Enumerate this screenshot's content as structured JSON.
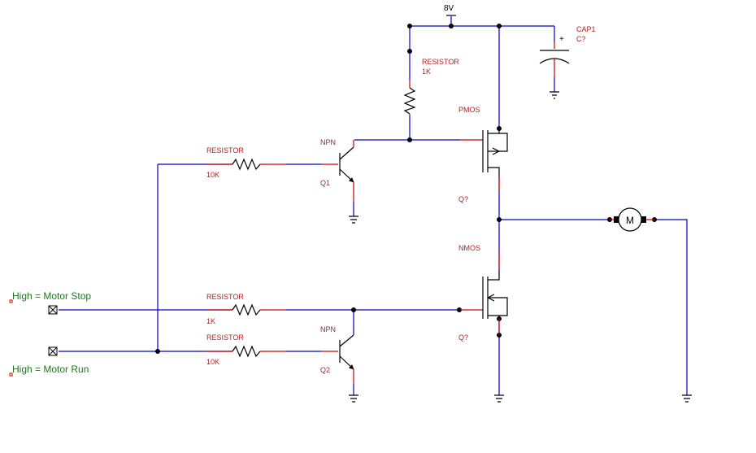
{
  "supply": {
    "label": "8V"
  },
  "capacitor": {
    "name": "CAP1",
    "ref": "C?",
    "polarity": "+"
  },
  "r_pullup": {
    "name": "RESISTOR",
    "value": "1K"
  },
  "r_top": {
    "name": "RESISTOR",
    "value": "10K"
  },
  "r_mid": {
    "name": "RESISTOR",
    "value": "1K"
  },
  "r_bot": {
    "name": "RESISTOR",
    "value": "10K"
  },
  "q1": {
    "type": "NPN",
    "ref": "Q1"
  },
  "q2": {
    "type": "NPN",
    "ref": "Q2"
  },
  "pmos": {
    "type": "PMOS",
    "ref": "Q?"
  },
  "nmos": {
    "type": "NMOS",
    "ref": "Q?"
  },
  "motor": {
    "label": "M"
  },
  "inputs": {
    "stop": {
      "label": "High = Motor Stop"
    },
    "run": {
      "label": "High = Motor Run"
    }
  },
  "colors": {
    "wire": "#0000cc",
    "pin": "#cc0000",
    "net_label": "#1a7a1a",
    "part_label": "#b22222"
  }
}
